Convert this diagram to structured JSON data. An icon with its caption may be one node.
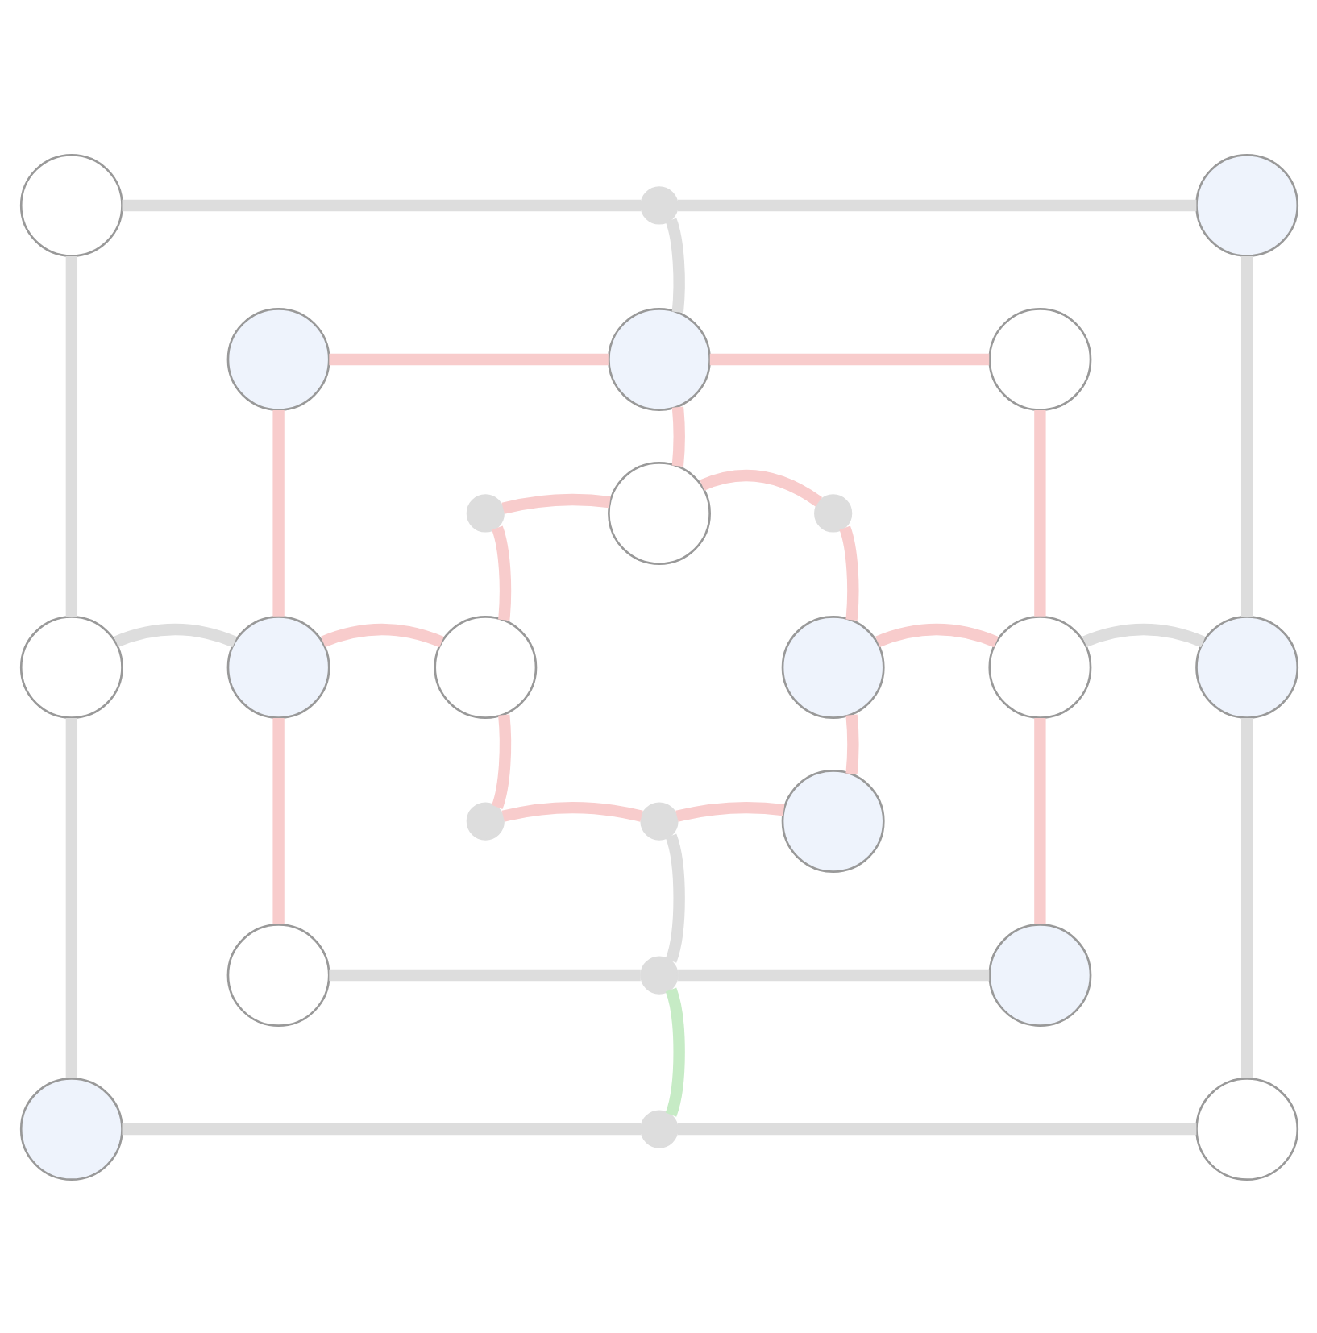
{
  "diagram": {
    "nodes": [
      {
        "text": [],
        "shape": "circle"
      },
      {
        "text": [],
        "shape": "dot"
      },
      {
        "text": [],
        "shape": "circle"
      },
      {
        "text": [],
        "shape": "circle"
      },
      {
        "text": [],
        "shape": "circle"
      },
      {
        "text": [],
        "shape": "circle"
      },
      {
        "text": [],
        "shape": "dot"
      },
      {
        "text": [],
        "shape": "circle"
      },
      {
        "text": [],
        "shape": "dot"
      },
      {
        "text": [],
        "shape": "circle"
      },
      {
        "text": [],
        "shape": "circle"
      },
      {
        "text": [],
        "shape": "circle"
      },
      {
        "text": [],
        "shape": "circle"
      },
      {
        "text": [],
        "shape": "circle"
      },
      {
        "text": [],
        "shape": "circle"
      },
      {
        "text": [],
        "shape": "dot"
      },
      {
        "text": [],
        "shape": "dot"
      },
      {
        "text": [],
        "shape": "circle"
      },
      {
        "text": [],
        "shape": "circle"
      },
      {
        "text": [],
        "shape": "dot"
      },
      {
        "text": [],
        "shape": "circle"
      },
      {
        "text": [],
        "shape": "circle"
      },
      {
        "text": [],
        "shape": "dot"
      },
      {
        "text": [],
        "shape": "circle"
      }
    ],
    "edges": [
      {
        "from": 0,
        "to": 1,
        "arrow": "none",
        "color": "#dddddd"
      },
      {
        "from": 1,
        "to": 2,
        "arrow": "none",
        "color": "#dddddd"
      },
      {
        "from": 1,
        "to": 4,
        "arrow": "none",
        "color": "#dddddd"
      },
      {
        "from": 0,
        "to": 9,
        "arrow": "none",
        "color": "#dddddd"
      },
      {
        "from": 2,
        "to": 14,
        "arrow": "none",
        "color": "#dddddd"
      },
      {
        "from": 3,
        "to": 4,
        "arrow": "none",
        "color": "#f8cccc"
      },
      {
        "from": 4,
        "to": 5,
        "arrow": "none",
        "color": "#f8cccc"
      },
      {
        "from": 3,
        "to": 10,
        "arrow": "none",
        "color": "#f8cccc"
      },
      {
        "from": 4,
        "to": 7,
        "arrow": "none",
        "color": "#f8cccc"
      },
      {
        "from": 5,
        "to": 13,
        "arrow": "none",
        "color": "#f8cccc"
      },
      {
        "from": 6,
        "to": 7,
        "arrow": "none",
        "color": "#f8cccc"
      },
      {
        "from": 7,
        "to": 8,
        "arrow": "none",
        "color": "#f8cccc"
      },
      {
        "from": 6,
        "to": 11,
        "arrow": "none",
        "color": "#f8cccc"
      },
      {
        "from": 8,
        "to": 12,
        "arrow": "none",
        "color": "#f8cccc"
      },
      {
        "from": 9,
        "to": 10,
        "arrow": "none",
        "color": "#dddddd"
      },
      {
        "from": 10,
        "to": 11,
        "arrow": "none",
        "color": "#f8cccc"
      },
      {
        "from": 12,
        "to": 13,
        "arrow": "none",
        "color": "#f8cccc"
      },
      {
        "from": 13,
        "to": 14,
        "arrow": "none",
        "color": "#dddddd"
      },
      {
        "from": 9,
        "to": 21,
        "arrow": "none",
        "color": "#dddddd"
      },
      {
        "from": 10,
        "to": 18,
        "arrow": "none",
        "color": "#f8cccc"
      },
      {
        "from": 11,
        "to": 15,
        "arrow": "none",
        "color": "#f8cccc"
      },
      {
        "from": 12,
        "to": 17,
        "arrow": "none",
        "color": "#f8cccc"
      },
      {
        "from": 13,
        "to": 20,
        "arrow": "none",
        "color": "#f8cccc"
      },
      {
        "from": 14,
        "to": 23,
        "arrow": "none",
        "color": "#dddddd"
      },
      {
        "from": 15,
        "to": 16,
        "arrow": "none",
        "color": "#f8cccc"
      },
      {
        "from": 16,
        "to": 17,
        "arrow": "none",
        "color": "#f8cccc"
      },
      {
        "from": 16,
        "to": 19,
        "arrow": "none",
        "color": "#dddddd"
      },
      {
        "from": 18,
        "to": 19,
        "arrow": "none",
        "color": "#dddddd"
      },
      {
        "from": 19,
        "to": 20,
        "arrow": "none",
        "color": "#dddddd"
      },
      {
        "from": 19,
        "to": 22,
        "arrow": "none",
        "color": "#c6ebc5"
      },
      {
        "from": 21,
        "to": 22,
        "arrow": "none",
        "color": "#dddddd"
      },
      {
        "from": 22,
        "to": 23,
        "arrow": "none",
        "color": "#dddddd"
      }
    ]
  }
}
